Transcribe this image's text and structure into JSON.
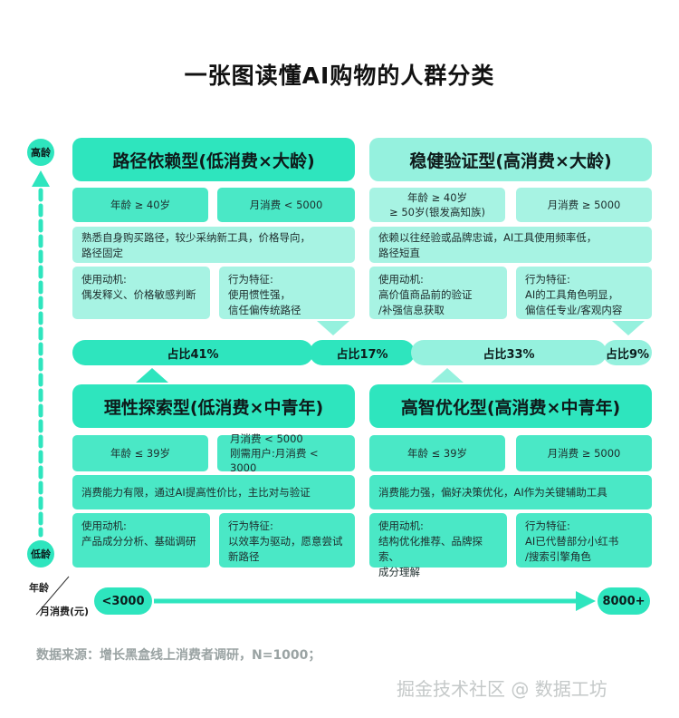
{
  "title": "一张图读懂AI购物的人群分类",
  "y_axis": {
    "top_label": "高龄",
    "bottom_label": "低龄",
    "name": "年龄"
  },
  "x_axis": {
    "left_label": "<3000",
    "right_label": "8000+",
    "name": "月消费(元)"
  },
  "quadrants": {
    "tl": {
      "title": "路径依赖型(低消费×大龄)",
      "age": "年龄 ≥ 40岁",
      "spend": "月消费 < 5000",
      "desc_l1": "熟悉自身购买路径，较少采纳新工具，价格导向，",
      "desc_l2": "路径固定",
      "motive_label": "使用动机:",
      "motive_text": "偶发释义、价格敏感判断",
      "behavior_label": "行为特征:",
      "behavior_l1": "使用惯性强，",
      "behavior_l2": "信任偏传统路径"
    },
    "tr": {
      "title": "稳健验证型(高消费×大龄)",
      "age_l1": "年龄 ≥ 40岁",
      "age_l2": "≥ 50岁(银发高知族)",
      "spend": "月消费 ≥ 5000",
      "desc_l1": "依赖以往经验或品牌忠诚，AI工具使用频率低，",
      "desc_l2": "路径短直",
      "motive_label": "使用动机:",
      "motive_l1": "高价值商品前的验证",
      "motive_l2": "/补强信息获取",
      "behavior_label": "行为特征:",
      "behavior_l1": "AI的工具角色明显，",
      "behavior_l2": "偏信任专业/客观内容"
    },
    "bl": {
      "title": "理性探索型(低消费×中青年)",
      "age": "年龄 ≤ 39岁",
      "spend_l1": "月消费 < 5000",
      "spend_l2": "刚需用户:月消费 < 3000",
      "desc_l1": "消费能力有限，通过AI提高性价比，主比对与验证",
      "motive_label": "使用动机:",
      "motive_text": "产品成分分析、基础调研",
      "behavior_label": "行为特征:",
      "behavior_l1": "以效率为驱动，愿意尝试",
      "behavior_l2": "新路径"
    },
    "br": {
      "title": "高智优化型(高消费×中青年)",
      "age": "年龄 ≤ 39岁",
      "spend": "月消费 ≥ 5000",
      "desc_l1": "消费能力强，偏好决策优化，AI作为关键辅助工具",
      "motive_label": "使用动机:",
      "motive_l1": "结构优化推荐、品牌探索、",
      "motive_l2": "成分理解",
      "behavior_label": "行为特征:",
      "behavior_l1": "AI已代替部分小红书",
      "behavior_l2": "/搜索引擎角色"
    }
  },
  "shares": {
    "s1": "占比41%",
    "s2": "占比17%",
    "s3": "占比33%",
    "s4": "占比9%"
  },
  "source": "数据来源：增长黑盒线上消费者调研，N=1000；",
  "watermark": "掘金技术社区 @ 数据工坊",
  "colors": {
    "accent_dark": "#2ee5be",
    "accent_light": "#95f1de",
    "cell_dark": "#4ae8c6",
    "cell_light": "#a7f3e3"
  }
}
